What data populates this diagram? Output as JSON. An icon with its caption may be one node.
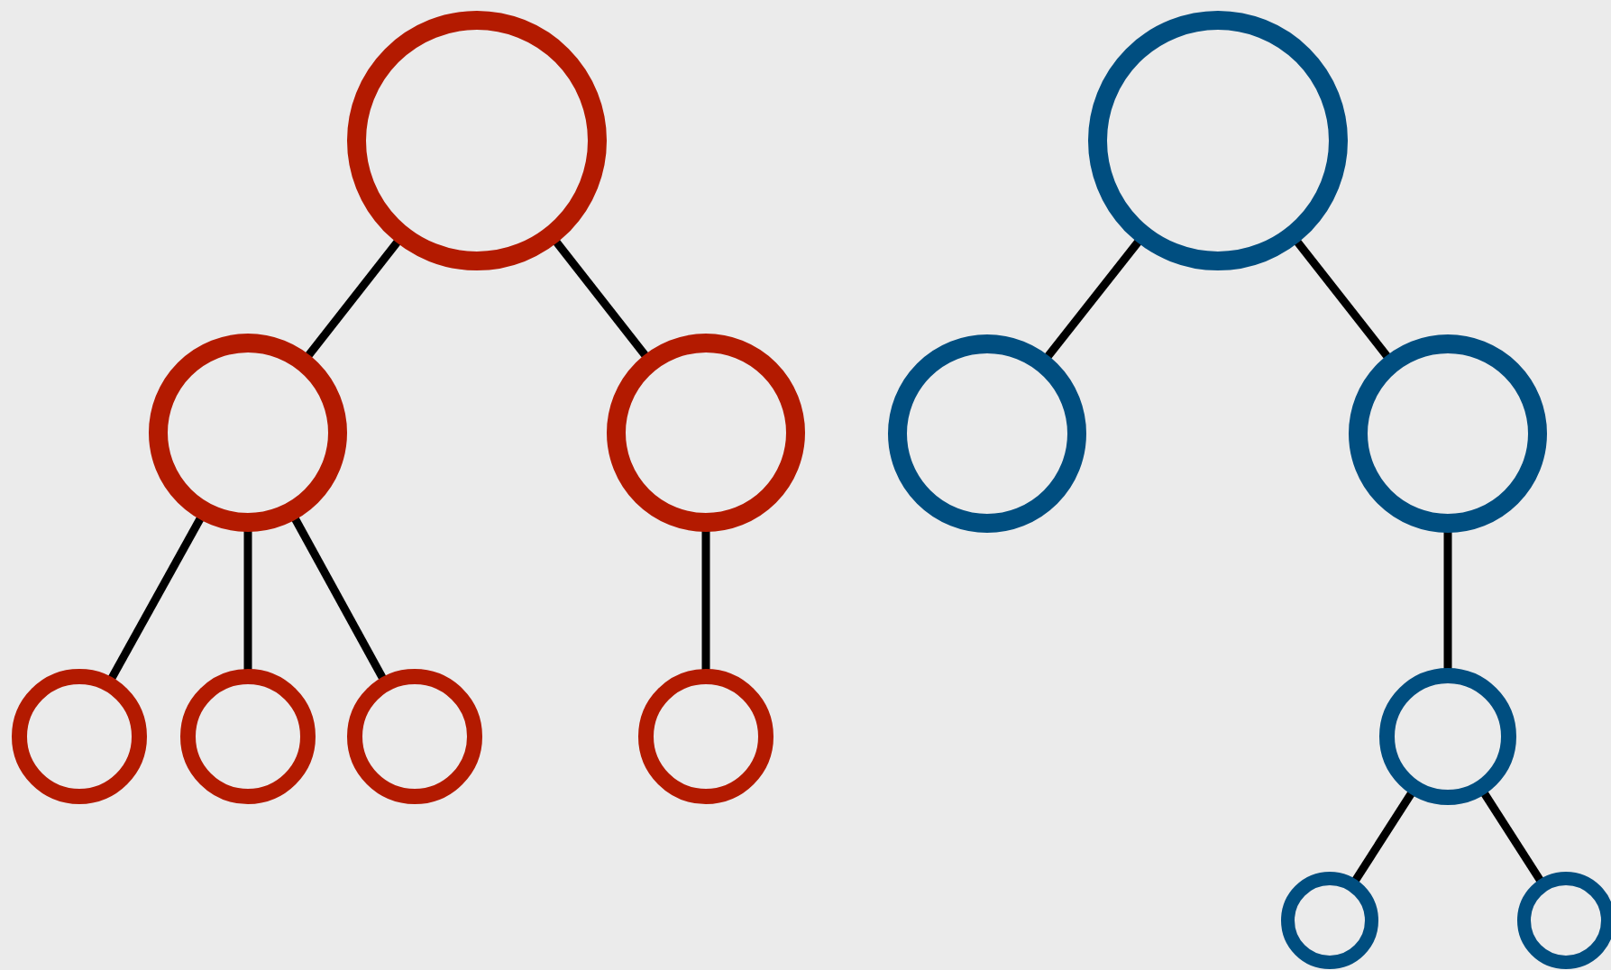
{
  "diagram": {
    "nodes": [
      {
        "text": [],
        "shape": "circle"
      },
      {
        "text": [],
        "shape": "circle"
      },
      {
        "text": [],
        "shape": "circle"
      },
      {
        "text": [],
        "shape": "circle"
      },
      {
        "text": [],
        "shape": "circle"
      },
      {
        "text": [],
        "shape": "circle"
      },
      {
        "text": [],
        "shape": "circle"
      },
      {
        "text": [],
        "shape": "circle"
      },
      {
        "text": [],
        "shape": "circle"
      },
      {
        "text": [],
        "shape": "circle"
      },
      {
        "text": [],
        "shape": "circle"
      },
      {
        "text": [],
        "shape": "circle"
      },
      {
        "text": [],
        "shape": "circle"
      }
    ],
    "edges": [
      {
        "from": 0,
        "to": 2,
        "arrow": "none"
      },
      {
        "from": 0,
        "to": 3,
        "arrow": "none"
      },
      {
        "from": 2,
        "to": 6,
        "arrow": "none"
      },
      {
        "from": 2,
        "to": 7,
        "arrow": "none"
      },
      {
        "from": 2,
        "to": 8,
        "arrow": "none"
      },
      {
        "from": 3,
        "to": 9,
        "arrow": "none"
      },
      {
        "from": 1,
        "to": 4,
        "arrow": "none"
      },
      {
        "from": 1,
        "to": 5,
        "arrow": "none"
      },
      {
        "from": 5,
        "to": 10,
        "arrow": "none"
      },
      {
        "from": 10,
        "to": 11,
        "arrow": "none"
      },
      {
        "from": 10,
        "to": 12,
        "arrow": "none"
      }
    ]
  }
}
